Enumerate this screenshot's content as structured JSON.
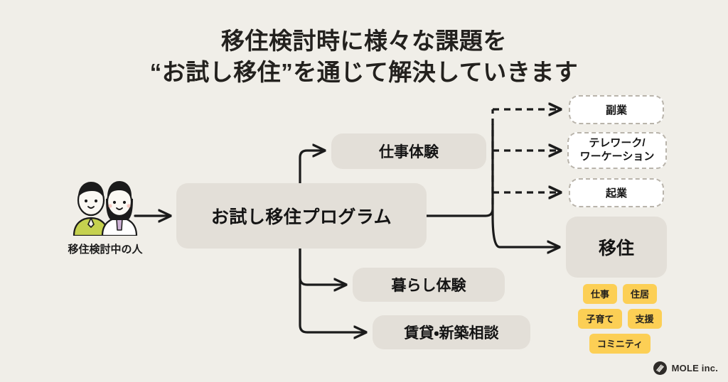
{
  "title": "移住検討時に様々な課題を\n“お試し移住”を通じて解決していきます",
  "actor": {
    "caption": "移住検討中の人",
    "icon": "couple-illustration"
  },
  "program": {
    "label": "お試し移住プログラム"
  },
  "branches": [
    {
      "id": "work",
      "label": "仕事体験"
    },
    {
      "id": "life",
      "label": "暮らし体験"
    },
    {
      "id": "rent",
      "label": "賃貸・新築相談"
    }
  ],
  "outcomes": [
    {
      "id": "side-business",
      "label": "副業",
      "style": "dashed"
    },
    {
      "id": "telework",
      "label": "テレワーク/\nワーケーション",
      "style": "dashed"
    },
    {
      "id": "startup",
      "label": "起業",
      "style": "dashed"
    },
    {
      "id": "migration",
      "label": "移住",
      "style": "solid"
    }
  ],
  "tags": [
    {
      "label": "仕事"
    },
    {
      "label": "住居"
    },
    {
      "label": "子育て"
    },
    {
      "label": "支援"
    },
    {
      "label": "コミニティ"
    }
  ],
  "logo": {
    "text": "MOLE inc.",
    "mark": "mole-logo-icon"
  },
  "colors": {
    "background": "#f0eee8",
    "node_fill": "#e3dfd8",
    "node_dashed_fill": "#ffffff",
    "dashed_border": "#b9b4ab",
    "tag_yellow": "#fccf55",
    "text": "#1b1b1b",
    "line": "#1b1b1b"
  }
}
